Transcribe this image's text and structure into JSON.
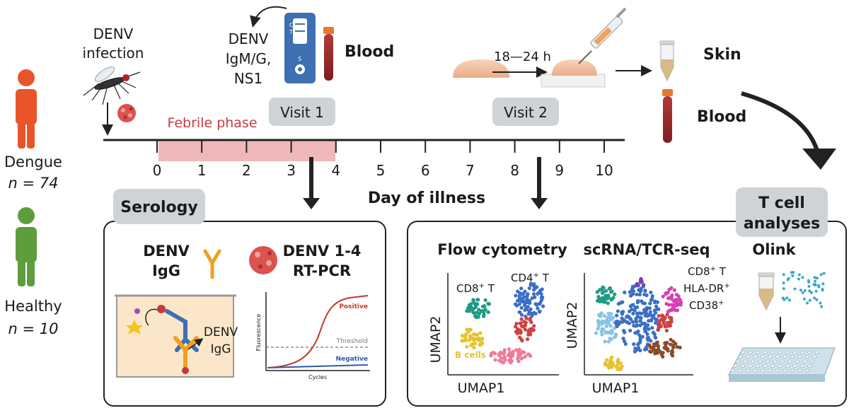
{
  "cohorts": {
    "dengue": {
      "label": "Dengue",
      "n": "n = 74"
    },
    "healthy": {
      "label": "Healthy",
      "n": "n = 10"
    }
  },
  "infection": {
    "line1": "DENV",
    "line2": "infection"
  },
  "rapid_test": {
    "line1": "DENV",
    "line2": "IgM/G,",
    "line3": "NS1",
    "letters": [
      "C",
      "T",
      "S"
    ]
  },
  "blood_top": "Blood",
  "visit1": "Visit 1",
  "visit2": "Visit 2",
  "febrile_phase": "Febrile phase",
  "skin_interval": "18—24 h",
  "skin": "Skin",
  "blood_right": "Blood",
  "timeline": {
    "ticks": [
      "0",
      "1",
      "2",
      "3",
      "4",
      "5",
      "6",
      "7",
      "8",
      "9",
      "10"
    ],
    "xlabel": "Day of illness"
  },
  "serology": {
    "tag": "Serology",
    "igg": {
      "line1": "DENV",
      "line2": "IgG"
    },
    "pcr": {
      "line1": "DENV 1-4",
      "line2": "RT-PCR"
    },
    "elisa_label": {
      "line1": "DENV",
      "line2": "IgG"
    },
    "pcr_plot": {
      "ylabel": "Fluorescence",
      "xlabel": "Cycles",
      "positive": "Positive",
      "threshold": "Threshold",
      "negative": "Negative"
    }
  },
  "tcell": {
    "tag": {
      "line1": "T cell",
      "line2": "analyses"
    },
    "flow": {
      "title": "Flow cytometry",
      "cd8": {
        "main": "CD8",
        "sup": "+",
        "suffix": " T"
      },
      "cd4": {
        "main": "CD4",
        "sup": "+",
        "suffix": " T"
      },
      "bcells": "B cells",
      "xlabel": "UMAP1",
      "ylabel": "UMAP2"
    },
    "scrna": {
      "title": "scRNA/TCR-seq",
      "label1": {
        "main": "CD8",
        "sup": "+",
        "suffix": " T"
      },
      "label2": {
        "main": "HLA-DR",
        "sup": "+"
      },
      "label3": {
        "main": "CD38",
        "sup": "+"
      },
      "xlabel": "UMAP1",
      "ylabel": "UMAP2"
    },
    "olink": "Olink"
  },
  "colors": {
    "dengue_person": "#e9552a",
    "healthy_person": "#5e9d3d",
    "febrile_fill": "#efb8bb",
    "febrile_text": "#c83a3f",
    "visit_tag": "#cfd3d7",
    "cd8_cluster": "#1f9a83",
    "cd4_cluster": "#3b6fc4",
    "bcell_cluster": "#e6c32d",
    "red_cluster": "#cf4040",
    "pink_cluster": "#f07a98"
  }
}
